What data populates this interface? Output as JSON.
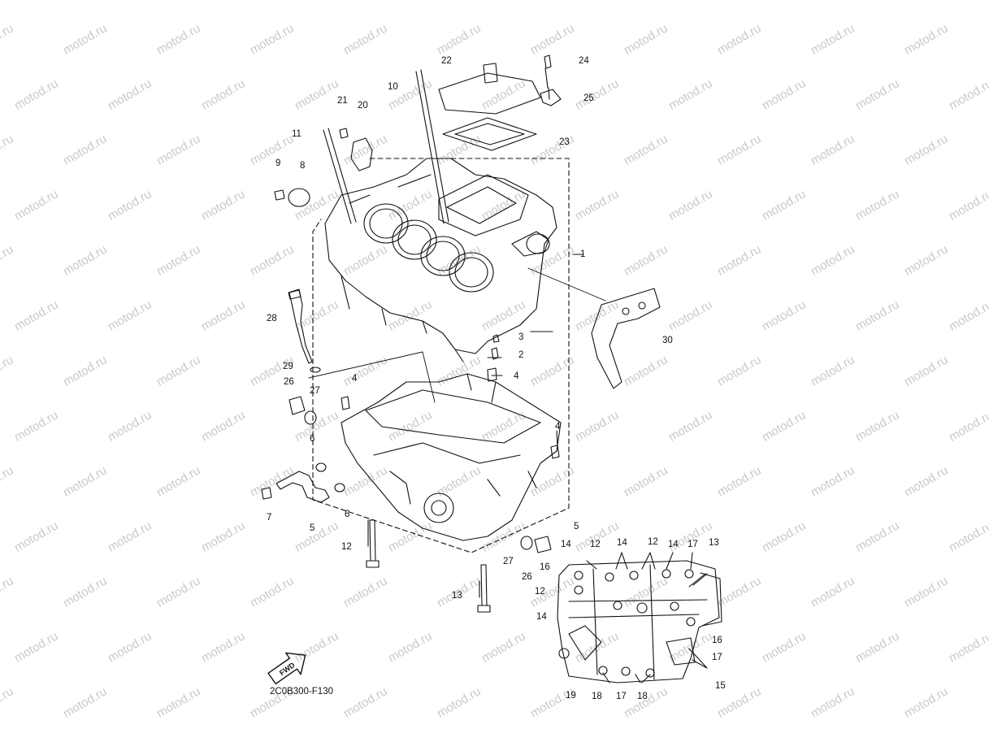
{
  "watermark": "motod.ru",
  "diagram_code": "2C0B300-F130",
  "fwd_label": "FWD",
  "callouts": [
    "24",
    "22",
    "10",
    "25",
    "21",
    "20",
    "11",
    "23",
    "9",
    "8",
    "1",
    "28",
    "30",
    "3",
    "2",
    "29",
    "4",
    "26",
    "27",
    "4",
    "6",
    "4",
    "7",
    "5",
    "6",
    "12",
    "27",
    "26",
    "13",
    "5",
    "14",
    "12",
    "14",
    "12",
    "14",
    "17",
    "13",
    "16",
    "12",
    "14",
    "16",
    "17",
    "15",
    "19",
    "18",
    "17",
    "18"
  ]
}
